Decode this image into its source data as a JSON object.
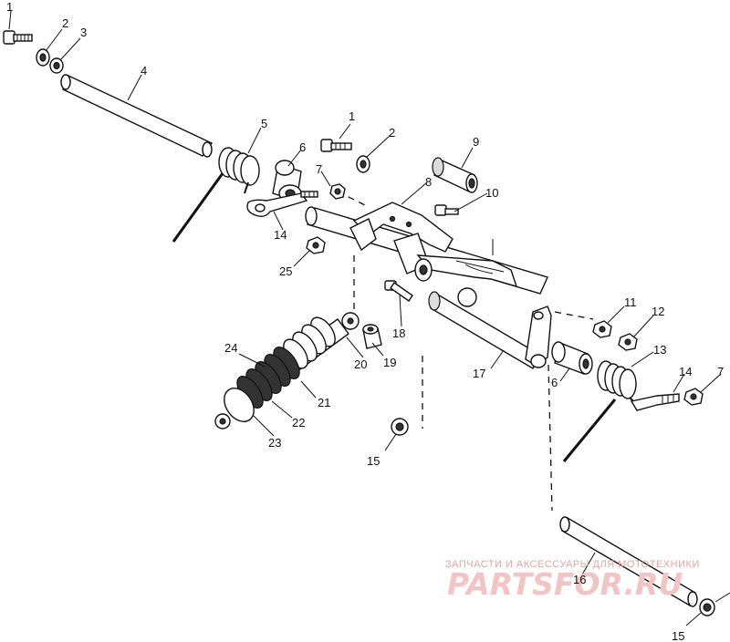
{
  "diagram": {
    "callouts": [
      {
        "id": "c1a",
        "text": "1"
      },
      {
        "id": "c2a",
        "text": "2"
      },
      {
        "id": "c3",
        "text": "3"
      },
      {
        "id": "c4",
        "text": "4"
      },
      {
        "id": "c5",
        "text": "5"
      },
      {
        "id": "c6a",
        "text": "6"
      },
      {
        "id": "c7a",
        "text": "7"
      },
      {
        "id": "c14a",
        "text": "14"
      },
      {
        "id": "c25",
        "text": "25"
      },
      {
        "id": "c1b",
        "text": "1"
      },
      {
        "id": "c2b",
        "text": "2"
      },
      {
        "id": "c9",
        "text": "9"
      },
      {
        "id": "c8",
        "text": "8"
      },
      {
        "id": "c10",
        "text": "10"
      },
      {
        "id": "c18",
        "text": "18"
      },
      {
        "id": "c24",
        "text": "24"
      },
      {
        "id": "c20",
        "text": "20"
      },
      {
        "id": "c19",
        "text": "19"
      },
      {
        "id": "c21",
        "text": "21"
      },
      {
        "id": "c22",
        "text": "22"
      },
      {
        "id": "c23",
        "text": "23"
      },
      {
        "id": "c11",
        "text": "11"
      },
      {
        "id": "c12",
        "text": "12"
      },
      {
        "id": "c13",
        "text": "13"
      },
      {
        "id": "c17",
        "text": "17"
      },
      {
        "id": "c6b",
        "text": "6"
      },
      {
        "id": "c14b",
        "text": "14"
      },
      {
        "id": "c7b",
        "text": "7"
      },
      {
        "id": "c15a",
        "text": "15"
      },
      {
        "id": "c16",
        "text": "16"
      },
      {
        "id": "c15b",
        "text": "15"
      }
    ]
  },
  "watermark": {
    "tagline": "ЗАПЧАСТИ И АКСЕССУАРЫ ДЛЯ МОТОТЕХНИКИ",
    "brand": "PARTSFOR.RU"
  }
}
